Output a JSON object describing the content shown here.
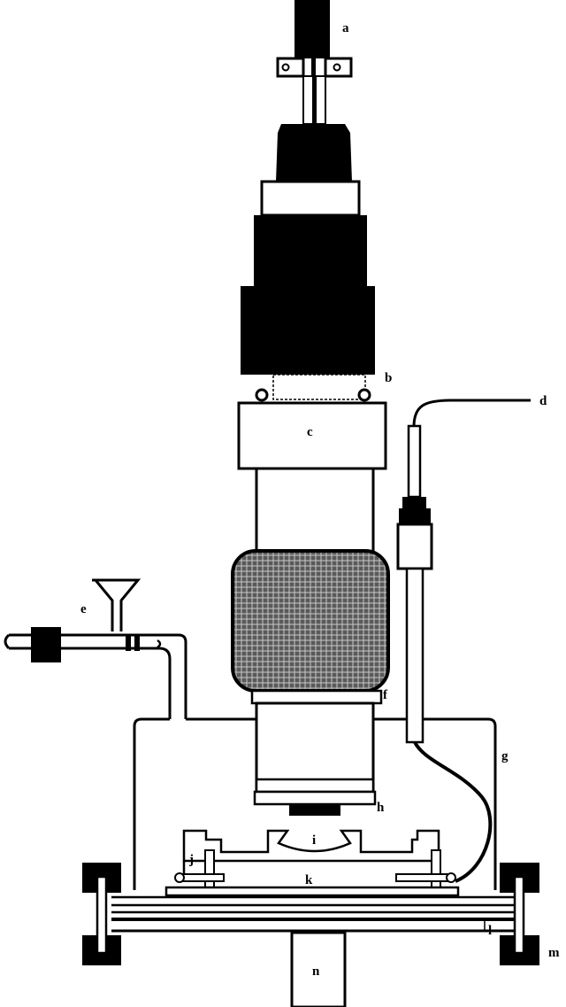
{
  "labels": {
    "a": "a",
    "b": "b",
    "c": "c",
    "d": "d",
    "e": "e",
    "f": "f",
    "g": "g",
    "h": "h",
    "i": "i",
    "j": "j",
    "k": "k",
    "l": "l",
    "m": "m",
    "n": "n"
  },
  "colors": {
    "ink": "#000000",
    "paper": "#ffffff",
    "mesh": "#6e6e6e"
  }
}
